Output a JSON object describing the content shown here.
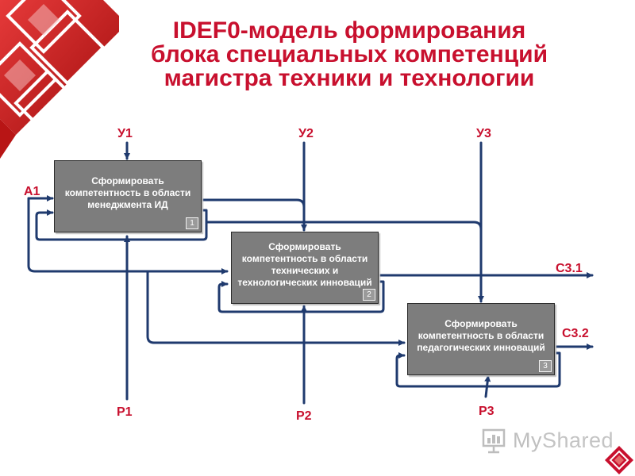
{
  "title": {
    "line1": "IDEF0-модель формирования",
    "line2": "блока специальных компетенций",
    "line3": "магистра техники и технологии"
  },
  "controls": {
    "u1": "У1",
    "u2": "У2",
    "u3": "У3"
  },
  "input": {
    "a1": "А1"
  },
  "outputs": {
    "c31": "С3.1",
    "c32": "С3.2"
  },
  "mechanisms": {
    "p1": "Р1",
    "p2": "Р2",
    "p3": "Р3"
  },
  "blocks": [
    {
      "label": "Сформировать компетентность в области менеджмента ИД",
      "number": "1"
    },
    {
      "label": "Сформировать компетентность в области технических и технологических инноваций",
      "number": "2"
    },
    {
      "label": "Сформировать компетентность в области педагогических инноваций",
      "number": "3"
    }
  ],
  "logo": {
    "text_part1": "My",
    "text_part2": "Shared"
  },
  "colors": {
    "accent": "#c8102e",
    "connector": "#1f3a6e",
    "block_fill": "#7d7d7d"
  }
}
